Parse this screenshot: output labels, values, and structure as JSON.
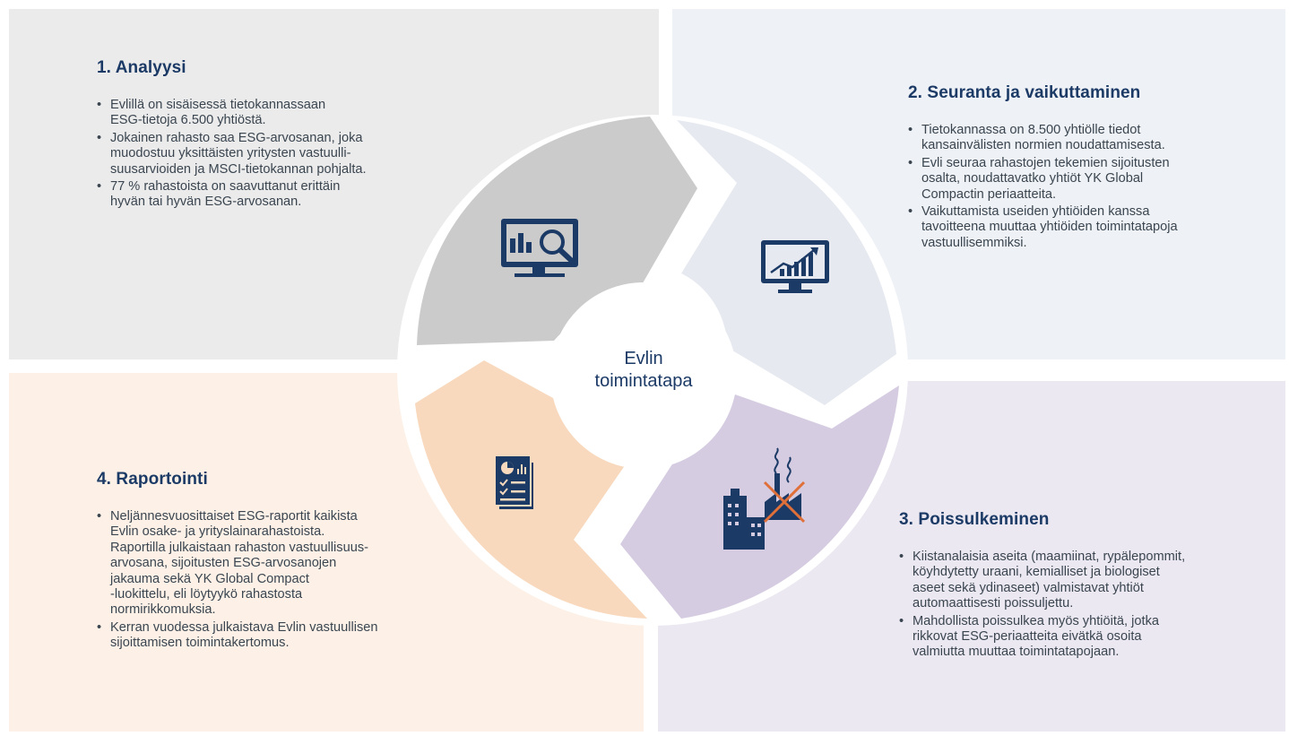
{
  "colors": {
    "navy": "#1c3a66",
    "gray_segment": "#cbcbcb",
    "blue_segment": "#e6eaf0",
    "purple_segment": "#d6cce2",
    "peach_segment": "#f8d9bd",
    "cross_orange": "#e0703a"
  },
  "center": {
    "line1": "Evlin",
    "line2": "toimintatapa"
  },
  "sections": {
    "analysis": {
      "title": "1. Analyysi",
      "icon": "monitor-chart-magnifier-icon",
      "bullets": [
        "Evlillä on sisäisessä tietokannassaan\nESG-tietoja 6.500 yhtiöstä.",
        "Jokainen rahasto saa ESG-arvosanan, joka\nmuodostuu yksittäisten yritysten vastuulli-\nsuusarvioiden ja MSCI-tietokannan pohjalta.",
        "77 % rahastoista on saavuttanut erittäin\nhyvän tai hyvän ESG-arvosanan."
      ]
    },
    "monitoring": {
      "title": "2. Seuranta ja vaikuttaminen",
      "icon": "monitor-growth-chart-icon",
      "bullets": [
        "Tietokannassa on 8.500 yhtiölle tiedot\nkansainvälisten normien noudattamisesta.",
        "Evli seuraa rahastojen tekemien sijoitusten\nosalta, noudattavatko yhtiöt YK Global\nCompactin periaatteita.",
        "Vaikuttamista useiden yhtiöiden kanssa\ntavoitteena muuttaa yhtiöiden toimintatapoja\nvastuullisemmiksi."
      ]
    },
    "exclusion": {
      "title": "3. Poissulkeminen",
      "icon": "crossed-out-factory-icon",
      "bullets": [
        "Kiistanalaisia aseita (maamiinat, rypälepommit,\nköyhdytetty uraani, kemialliset ja biologiset\naseet sekä ydinaseet) valmistavat yhtiöt\nautomaattisesti poissuljettu.",
        "Mahdollista poissulkea myös yhtiöitä, jotka\nrikkovat ESG-periaatteita eivätkä osoita\nvalmiutta muuttaa toimintatapojaan."
      ]
    },
    "reporting": {
      "title": "4. Raportointi",
      "icon": "report-documents-icon",
      "bullets": [
        "Neljännesvuosittaiset ESG-raportit kaikista\nEvlin osake- ja yrityslainarahastoista.\nRaportilla julkaistaan rahaston vastuullisuus-\narvosana, sijoitusten ESG-arvosanojen\njakauma sekä YK Global Compact\n-luokittelu, eli löytyykö rahastosta\nnormirikkomuksia.",
        "Kerran vuodessa julkaistava Evlin vastuullisen\nsijoittamisen toimintakertomus."
      ]
    }
  }
}
